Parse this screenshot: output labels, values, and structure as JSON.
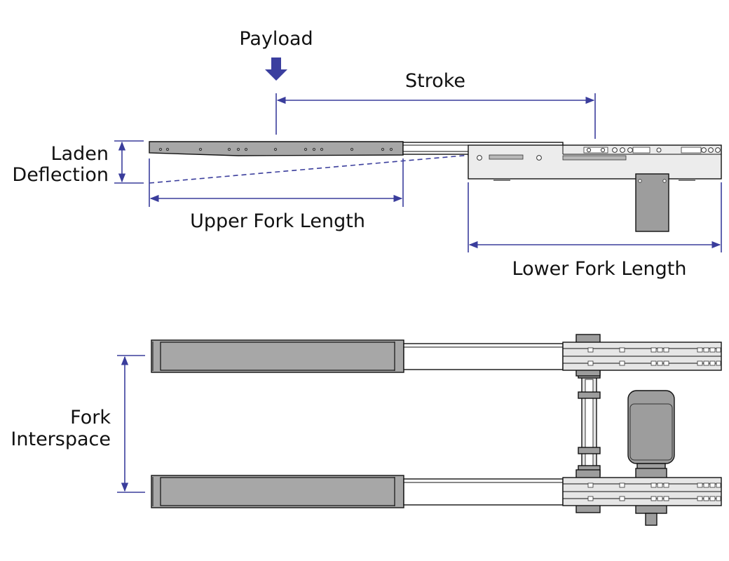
{
  "labels": {
    "payload": "Payload",
    "stroke": "Stroke",
    "laden_deflection_line1": "Laden",
    "laden_deflection_line2": "Deflection",
    "upper_fork_length": "Upper Fork Length",
    "lower_fork_length": "Lower Fork Length",
    "fork_interspace_line1": "Fork",
    "fork_interspace_line2": "Interspace"
  },
  "colors": {
    "dimension": "#3a3d9c",
    "payload_arrow": "#3b3f9f",
    "fork_dark": "#a7a7a7",
    "fork_light": "#e6e6e6",
    "body_light": "#ececec",
    "block_dark": "#9d9d9d"
  },
  "icons": {
    "payload": "down-arrow-icon"
  }
}
